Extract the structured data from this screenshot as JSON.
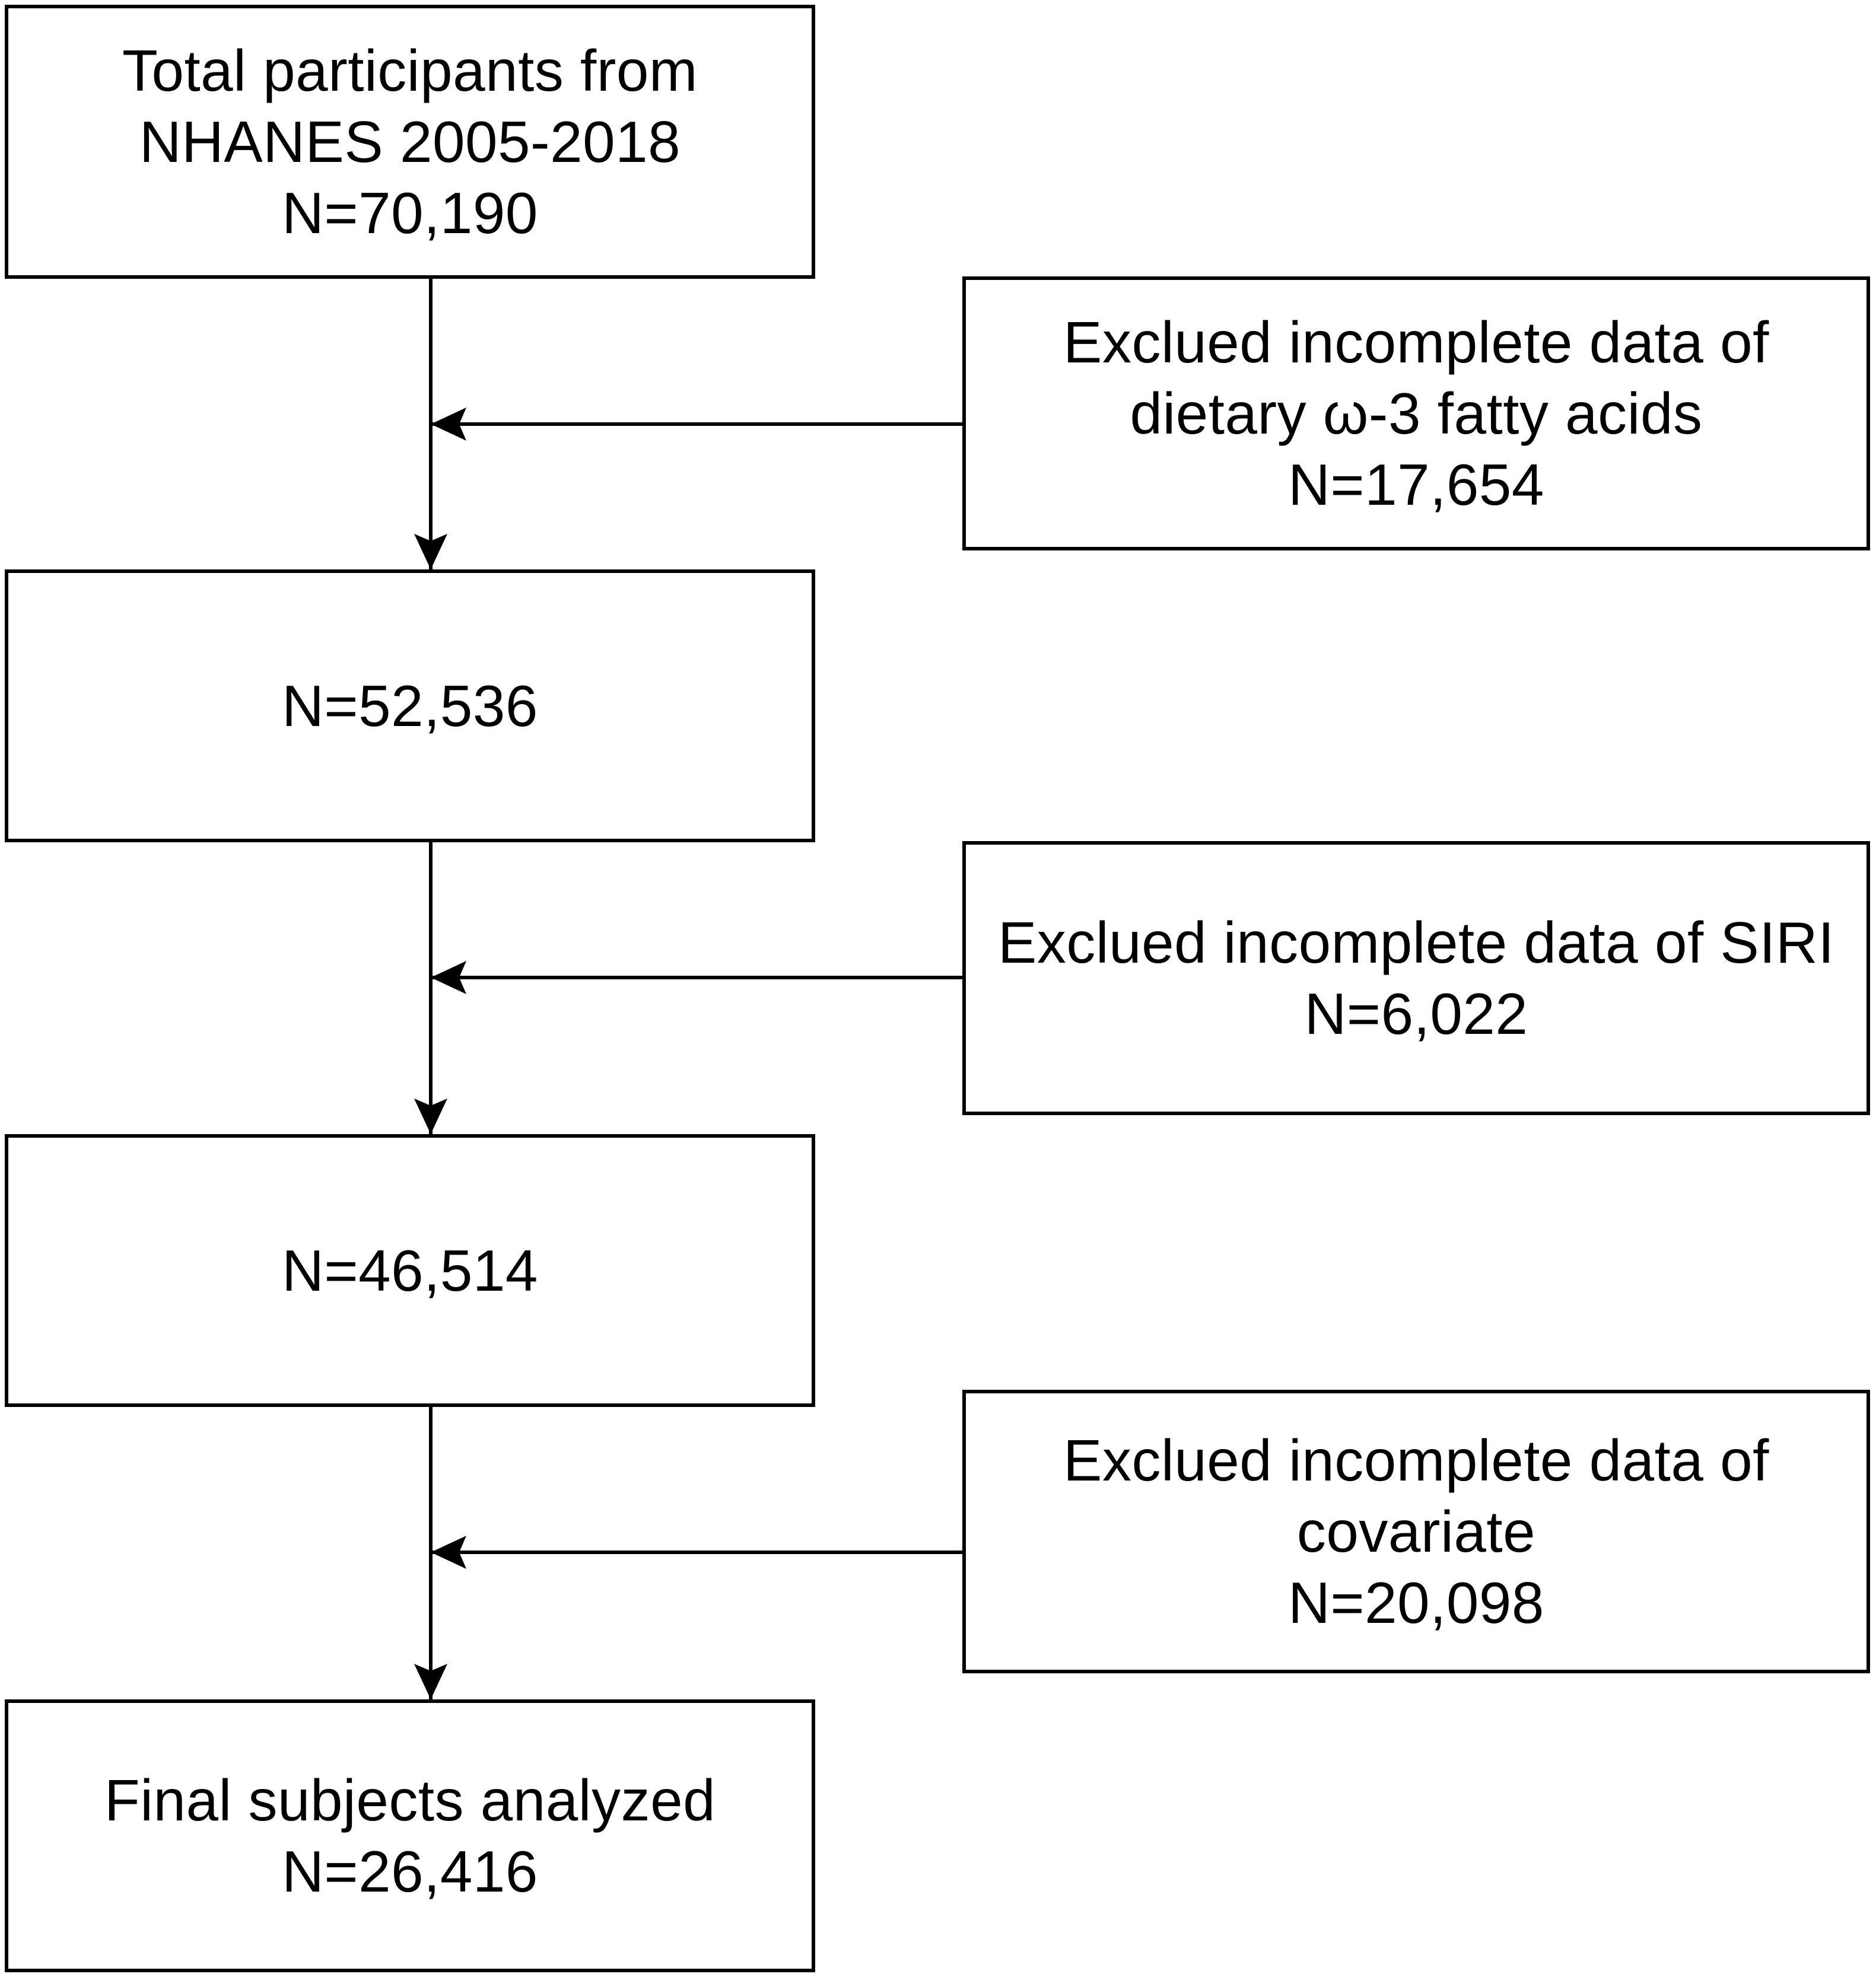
{
  "flowchart": {
    "main_boxes": [
      {
        "lines": [
          "Total participants from",
          "NHANES 2005-2018",
          "N=70,190"
        ]
      },
      {
        "lines": [
          "N=52,536"
        ]
      },
      {
        "lines": [
          "N=46,514"
        ]
      },
      {
        "lines": [
          "Final subjects analyzed",
          "N=26,416"
        ]
      }
    ],
    "exclusion_boxes": [
      {
        "lines": [
          "Exclued incomplete data of",
          "dietary ω-3 fatty acids",
          "N=17,654"
        ]
      },
      {
        "lines": [
          "Exclued incomplete data of SIRI",
          "N=6,022"
        ]
      },
      {
        "lines": [
          "Exclued incomplete data of",
          "covariate",
          "N=20,098"
        ]
      }
    ]
  }
}
